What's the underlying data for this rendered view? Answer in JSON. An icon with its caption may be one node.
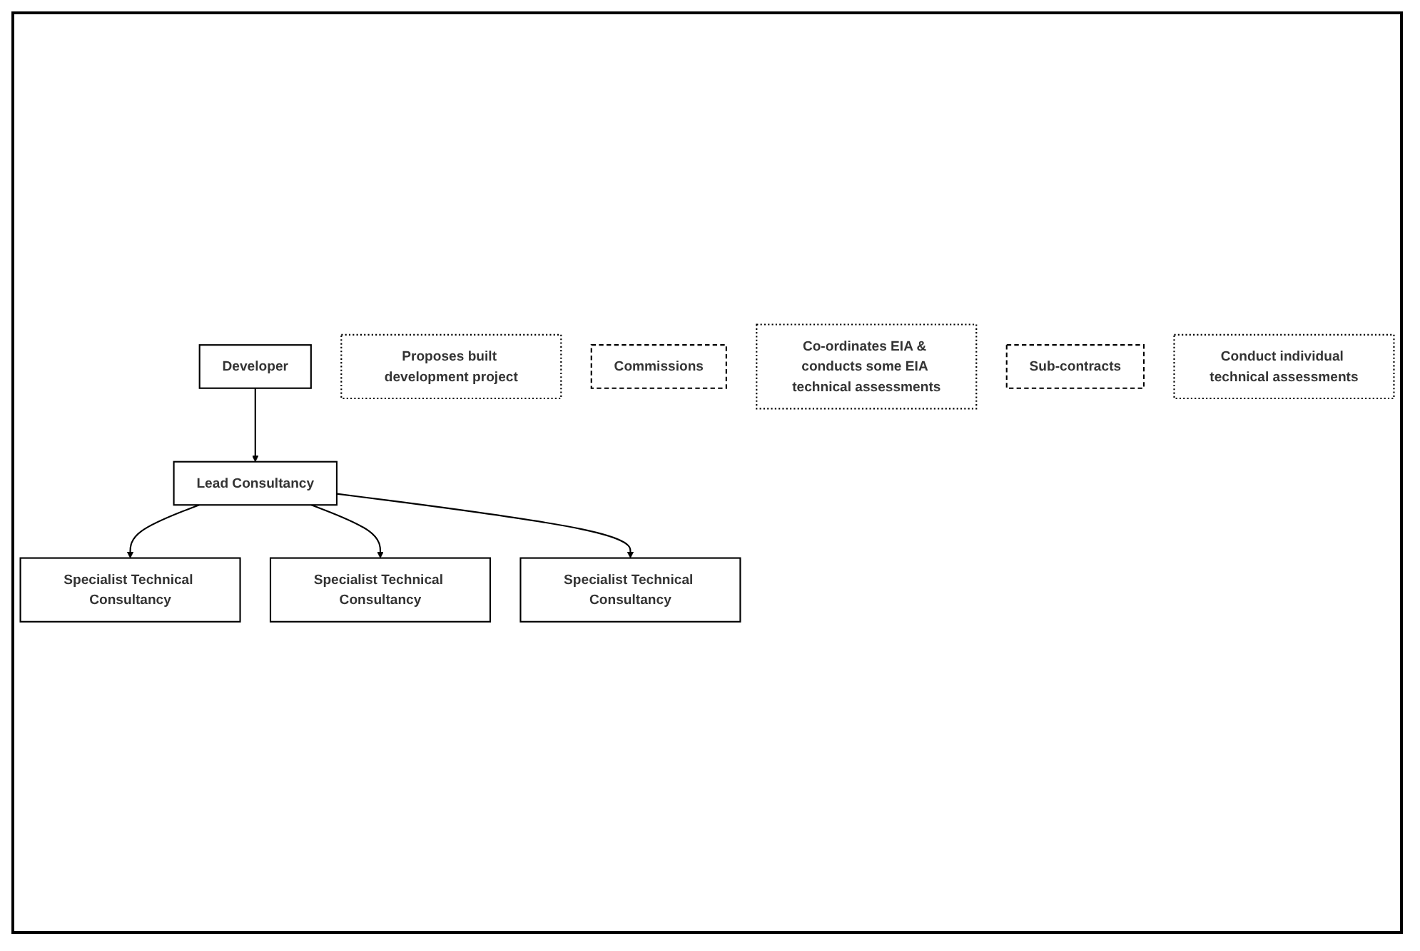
{
  "diagram": {
    "nodes": [
      {
        "text": [
          "Developer"
        ]
      },
      {
        "text": [
          "Proposes built development project"
        ]
      },
      {
        "text": [
          "Commissions"
        ]
      },
      {
        "text": [
          "Lead Consultancy"
        ]
      },
      {
        "text": [
          "Co-ordinates EIA & conducts some EIA technical assessments"
        ]
      },
      {
        "text": [
          "Sub-contracts"
        ]
      },
      {
        "text": [
          "Specialist Technical Consultancy"
        ]
      },
      {
        "text": [
          "Specialist Technical Consultancy"
        ]
      },
      {
        "text": [
          "Specialist Technical Consultancy"
        ]
      },
      {
        "text": [
          "Conduct individual technical assessments"
        ]
      }
    ],
    "edges": [
      {
        "from": 0,
        "to": 3,
        "arrow": "to"
      },
      {
        "from": 3,
        "to": 6,
        "arrow": "to"
      },
      {
        "from": 3,
        "to": 7,
        "arrow": "to"
      },
      {
        "from": 3,
        "to": 8,
        "arrow": "to"
      }
    ]
  }
}
